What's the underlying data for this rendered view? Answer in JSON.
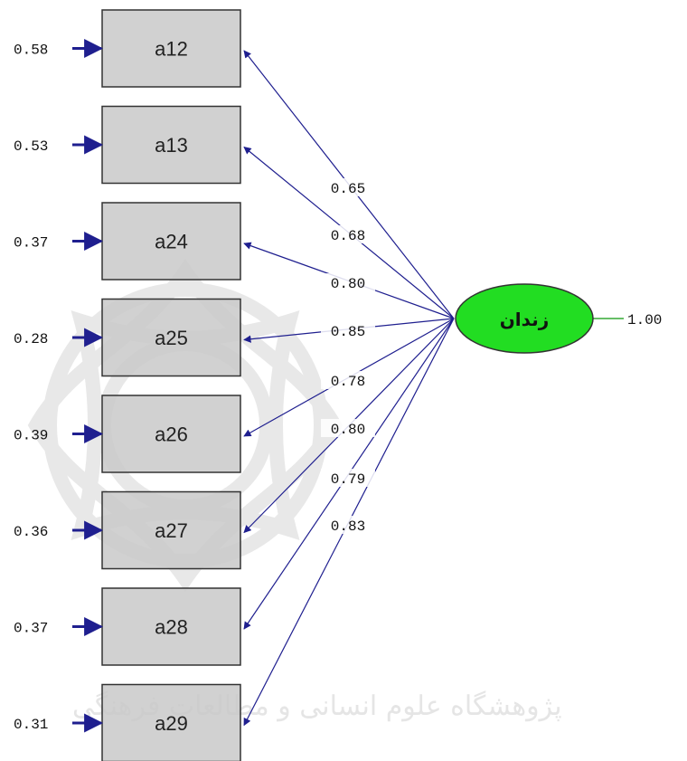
{
  "colors": {
    "arrow": "#1f1f8f",
    "box_fill": "#c9c9c9",
    "box_stroke": "#333333",
    "latent_fill": "#22dd22",
    "latent_stroke": "#333333",
    "variance_line": "#33aa33",
    "watermark": "#d8d8d8"
  },
  "latent": {
    "label": "زندان",
    "variance": "1.00"
  },
  "indicators": [
    {
      "label": "a12",
      "error": "0.58",
      "loading": "0.65"
    },
    {
      "label": "a13",
      "error": "0.53",
      "loading": "0.68"
    },
    {
      "label": "a24",
      "error": "0.37",
      "loading": "0.80"
    },
    {
      "label": "a25",
      "error": "0.28",
      "loading": "0.85"
    },
    {
      "label": "a26",
      "error": "0.39",
      "loading": "0.78"
    },
    {
      "label": "a27",
      "error": "0.36",
      "loading": "0.80"
    },
    {
      "label": "a28",
      "error": "0.37",
      "loading": "0.79"
    },
    {
      "label": "a29",
      "error": "0.31",
      "loading": "0.83"
    }
  ],
  "watermark": {
    "text": "پژوهشگاه علوم انسانی و مطالعات فرهنگی"
  }
}
